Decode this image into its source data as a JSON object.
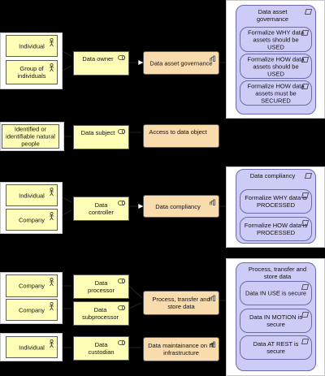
{
  "sections": [
    {
      "actors": [
        "Individual",
        "Group of individuals"
      ],
      "role": "Data owner",
      "process": "Data asset governance",
      "outcome": {
        "title": "Data asset governance",
        "items": [
          "Formalize WHY data assets should be USED",
          "Formalize HOW data assets should be USED",
          "Formalize HOW data assets must be SECURED"
        ]
      }
    },
    {
      "actors": [
        "Identified or identifiable natural people"
      ],
      "role": "Data subject",
      "process": "Access to data object"
    },
    {
      "actors": [
        "Individual",
        "Company"
      ],
      "role": "Data controller",
      "process": "Data compliancy",
      "outcome": {
        "title": "Data compliancy",
        "items": [
          "Formalize WHY data is PROCESSED",
          "Formalize HOW data is PROCESSED"
        ]
      }
    },
    {
      "actors": [
        "Company",
        "Company",
        "Individual"
      ],
      "roles": [
        "Data processor",
        "Data subprocessor",
        "Data custodian"
      ],
      "processes": [
        "Process, transfer and store data",
        "Data maintainance on IT infrastructure"
      ],
      "outcome": {
        "title": "Process, transfer and store data",
        "items": [
          "Data IN USE is secure",
          "Data IN MOTION is secure",
          "Data AT REST is secure"
        ]
      }
    }
  ],
  "colors": {
    "background": "#000000",
    "actor_fill": "#fffeb6",
    "process_fill": "#f9dcad",
    "constraint_fill": "#ccccf6"
  }
}
